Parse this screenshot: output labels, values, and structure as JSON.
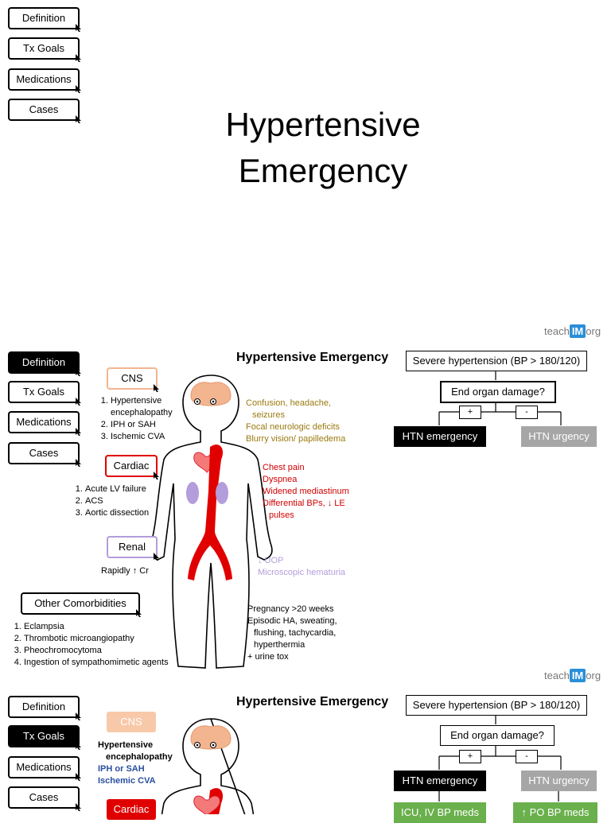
{
  "nav1": {
    "definition": "Definition",
    "tx_goals": "Tx Goals",
    "medications": "Medications",
    "cases": "Cases"
  },
  "main_title_line1": "Hypertensive",
  "main_title_line2": "Emergency",
  "page2": {
    "watermark_prefix": "teach",
    "watermark_im": "IM",
    "watermark_suffix": "org",
    "nav": {
      "definition": "Definition",
      "tx_goals": "Tx Goals",
      "medications": "Medications",
      "cases": "Cases"
    },
    "title": "Hypertensive Emergency",
    "flow": {
      "severe": "Severe hypertension (BP > 180/120)",
      "end_organ": "End organ damage?",
      "plus": "+",
      "minus": "-",
      "emergency": "HTN emergency",
      "urgency": "HTN urgency"
    },
    "cns": {
      "label": "CNS",
      "items": [
        "Hypertensive encephalopathy",
        "IPH or SAH",
        "Ischemic CVA"
      ],
      "symptoms": [
        "Confusion, headache,",
        "seizures",
        "Focal neurologic deficits",
        "Blurry vision/ papilledema"
      ]
    },
    "cardiac": {
      "label": "Cardiac",
      "items": [
        "Acute LV failure",
        "ACS",
        "Aortic dissection"
      ],
      "symptoms": [
        "Chest pain",
        "Dyspnea",
        "Widened mediastinum",
        "Differential BPs, ↓ LE",
        "pulses"
      ]
    },
    "renal": {
      "label": "Renal",
      "note": "Rapidly ↑ Cr",
      "symptoms": [
        "↓ UOP",
        "Microscopic hematuria"
      ]
    },
    "other": {
      "label": "Other Comorbidities",
      "items": [
        "Eclampsia",
        "Thrombotic microangiopathy",
        "Pheochromocytoma",
        "Ingestion of sympathomimetic agents"
      ],
      "symptoms": [
        "Pregnancy >20 weeks",
        "Episodic HA, sweating,",
        "flushing, tachycardia,",
        "hyperthermia",
        "+ urine tox"
      ]
    }
  },
  "page3": {
    "watermark_prefix": "teach",
    "watermark_im": "IM",
    "watermark_suffix": "org",
    "nav": {
      "definition": "Definition",
      "tx_goals": "Tx Goals",
      "medications": "Medications",
      "cases": "Cases"
    },
    "title": "Hypertensive Emergency",
    "flow": {
      "severe": "Severe hypertension (BP > 180/120)",
      "end_organ": "End organ damage?",
      "plus": "+",
      "minus": "-",
      "emergency": "HTN emergency",
      "urgency": "HTN urgency",
      "icu": "ICU, IV BP meds",
      "po": "↑ PO BP meds"
    },
    "cns": {
      "label": "CNS",
      "items": [
        "Hypertensive",
        "encephalopathy",
        "IPH or SAH",
        "Ischemic CVA"
      ]
    },
    "cardiac": {
      "label": "Cardiac"
    }
  },
  "colors": {
    "cns": "#f2b58f",
    "cardiac": "#e00000",
    "renal": "#b39ddb",
    "symptom_cns": "#9a7a10",
    "symptom_cardiac": "#d00000",
    "symptom_renal": "#b39ddb",
    "green": "#6ab04c",
    "grey": "#a6a6a6"
  }
}
